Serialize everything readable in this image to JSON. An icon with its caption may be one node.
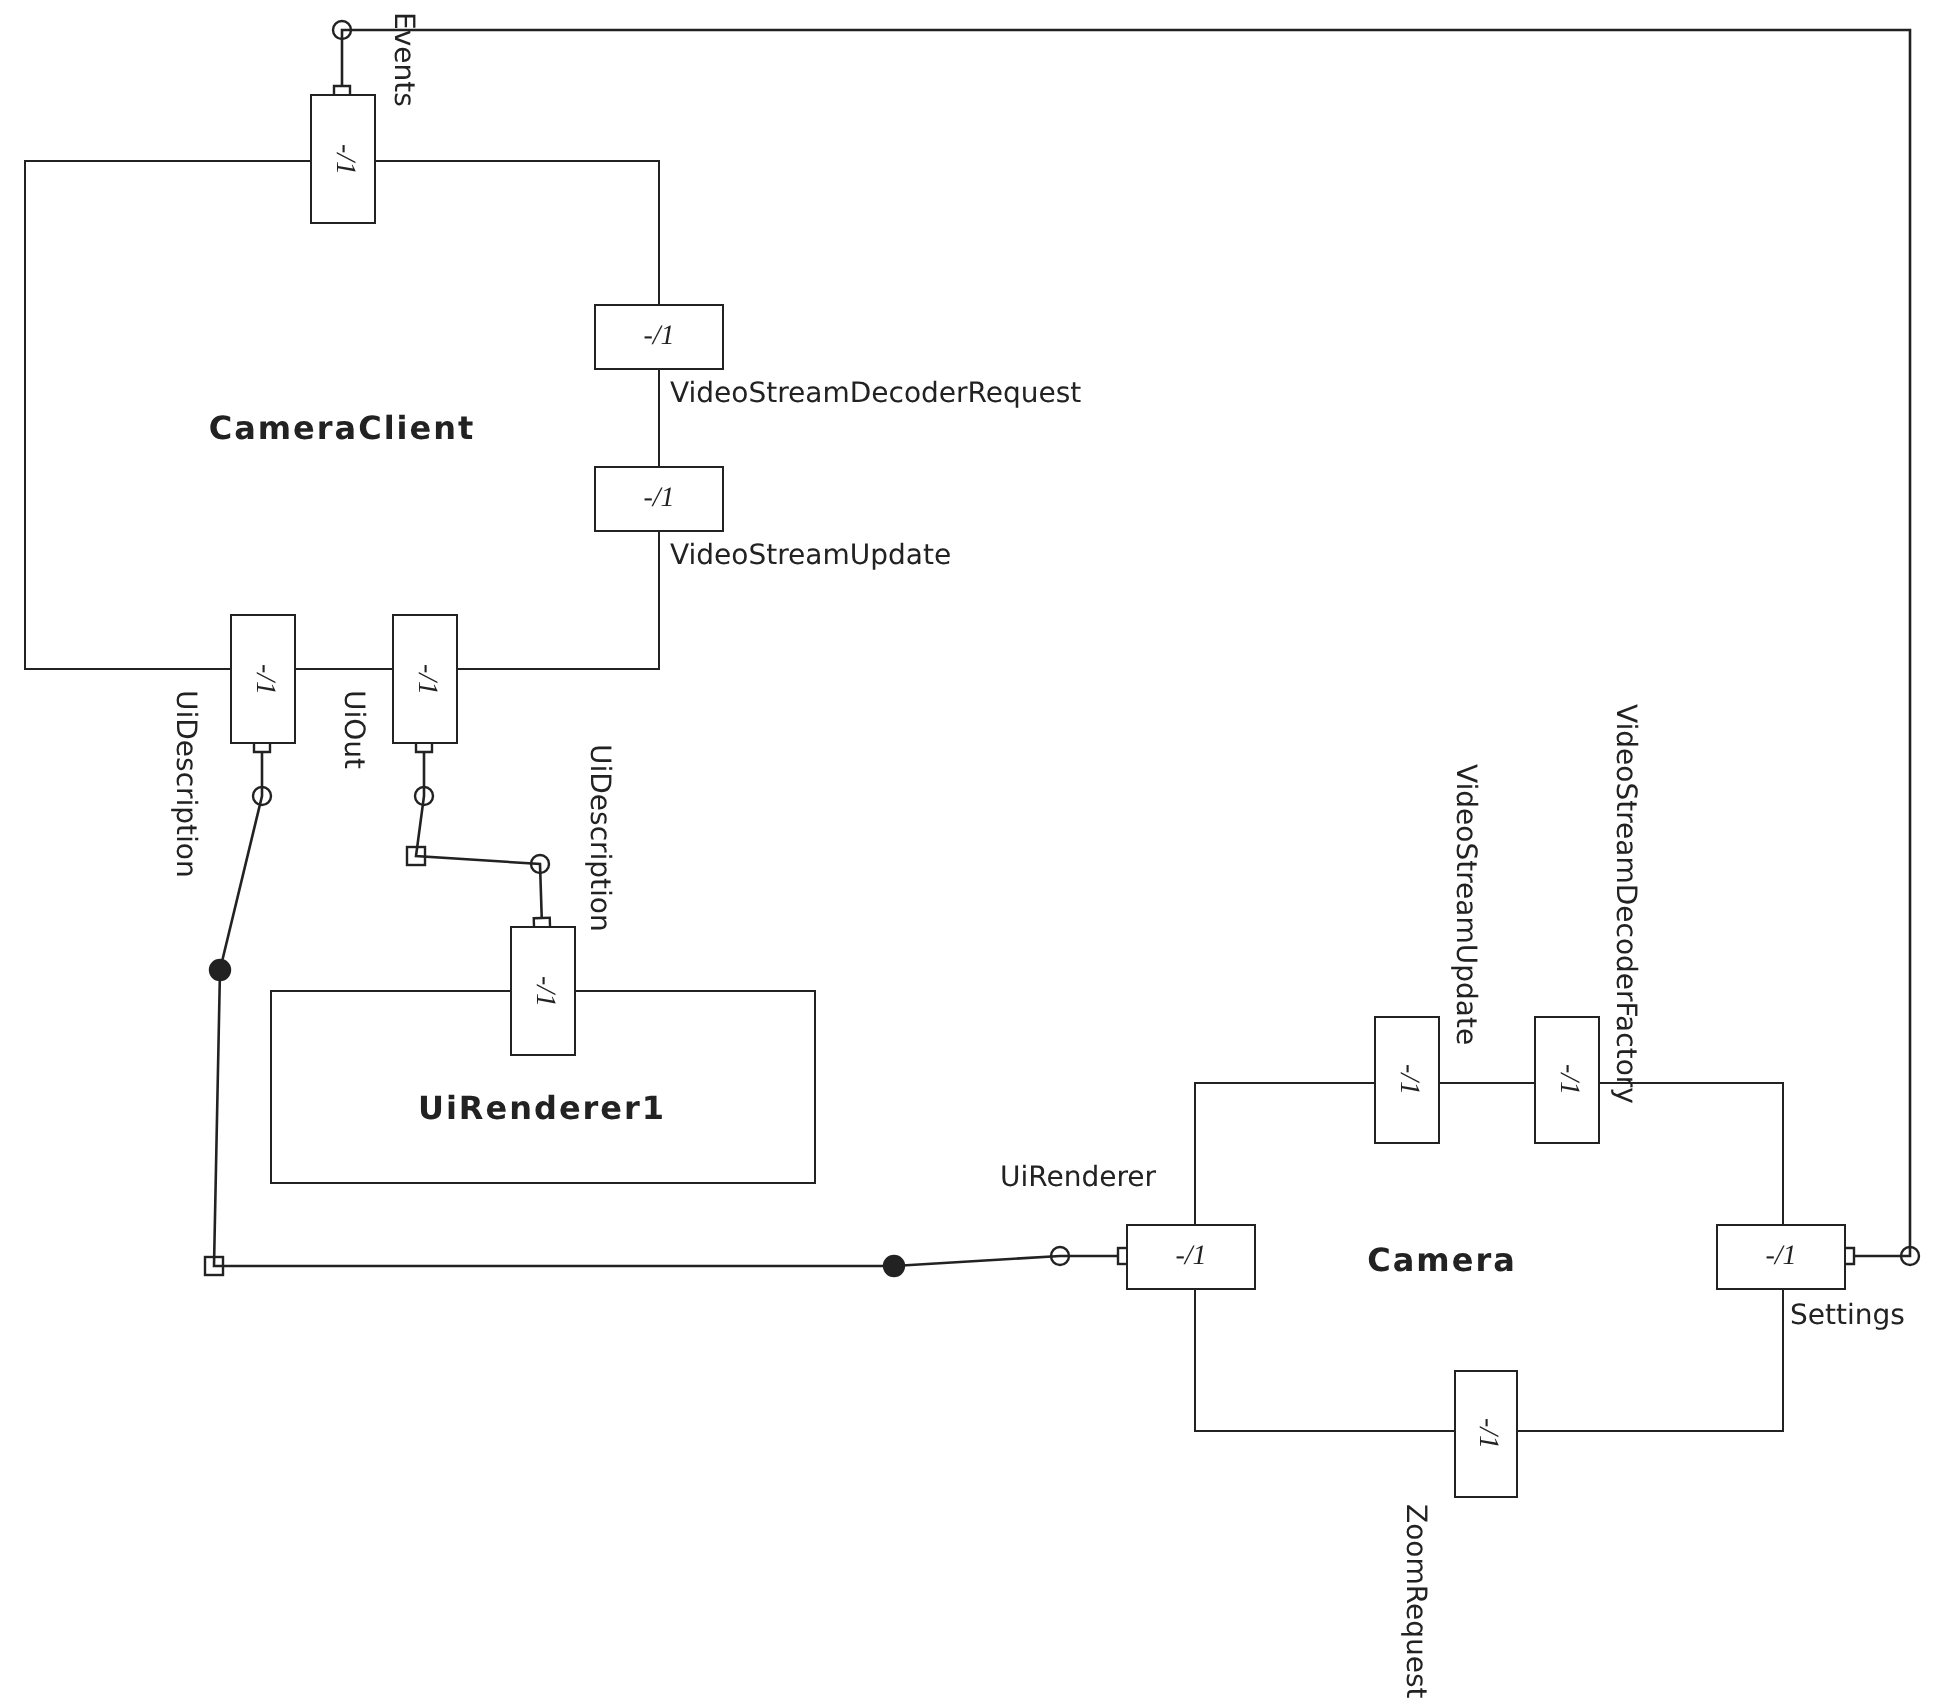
{
  "diagram": {
    "nodes": [
      {
        "text": [
          "CameraClient"
        ]
      },
      {
        "text": [
          "-/1"
        ],
        "beside": [
          "Events"
        ]
      },
      {
        "text": [
          "-/1"
        ],
        "beside": [
          "VideoStreamDecoderRequest"
        ]
      },
      {
        "text": [
          "-/1"
        ],
        "beside": [
          "VideoStreamUpdate"
        ]
      },
      {
        "text": [
          "-/1"
        ],
        "beside": [
          "UiDescription"
        ]
      },
      {
        "text": [
          "-/1"
        ],
        "beside": [
          "UiOut"
        ]
      },
      {
        "text": [
          "UiRenderer1"
        ]
      },
      {
        "text": [
          "-/1"
        ],
        "beside": [
          "UiDescription"
        ]
      },
      {
        "text": [
          "Camera"
        ]
      },
      {
        "text": [
          "-/1"
        ],
        "beside": [
          "VideoStreamUpdate"
        ]
      },
      {
        "text": [
          "-/1"
        ],
        "beside": [
          "VideoStreamDecoderFactory"
        ]
      },
      {
        "text": [
          "-/1"
        ],
        "beside": [
          "UiRenderer"
        ]
      },
      {
        "text": [
          "-/1"
        ],
        "beside": [
          "Settings"
        ]
      },
      {
        "text": [
          "-/1"
        ],
        "beside": [
          "ZoomRequest"
        ]
      }
    ],
    "edges": [
      {
        "from": 1,
        "to": 12,
        "arrow": "other"
      },
      {
        "from": 5,
        "to": 7,
        "arrow": "other"
      },
      {
        "from": 4,
        "to": 11,
        "arrow": "other"
      }
    ]
  }
}
